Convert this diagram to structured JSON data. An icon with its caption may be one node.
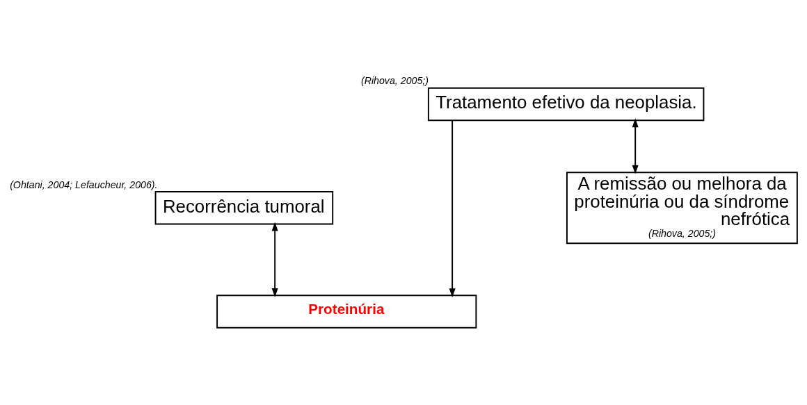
{
  "diagram": {
    "nodes": [
      {
        "text": [
          "Recorrência tumoral"
        ],
        "beside": [
          "(Ohtani, 2004; Lefaucheur, 2006)."
        ]
      },
      {
        "text": [
          "Proteinúria"
        ]
      },
      {
        "text": [
          "A remissão ou melhora da proteinúria ou da síndrome nefrótica",
          "(Rihova, 2005;)"
        ]
      },
      {
        "text": [
          "Tratamento efetivo da neoplasia."
        ],
        "beside": [
          "(Rihova, 2005;)"
        ]
      }
    ],
    "edges": [
      {
        "from": 0,
        "to": 1,
        "arrow": "both"
      },
      {
        "from": 3,
        "to": 2,
        "arrow": "both"
      },
      {
        "from": 3,
        "to": 1,
        "arrow": "to"
      }
    ]
  }
}
